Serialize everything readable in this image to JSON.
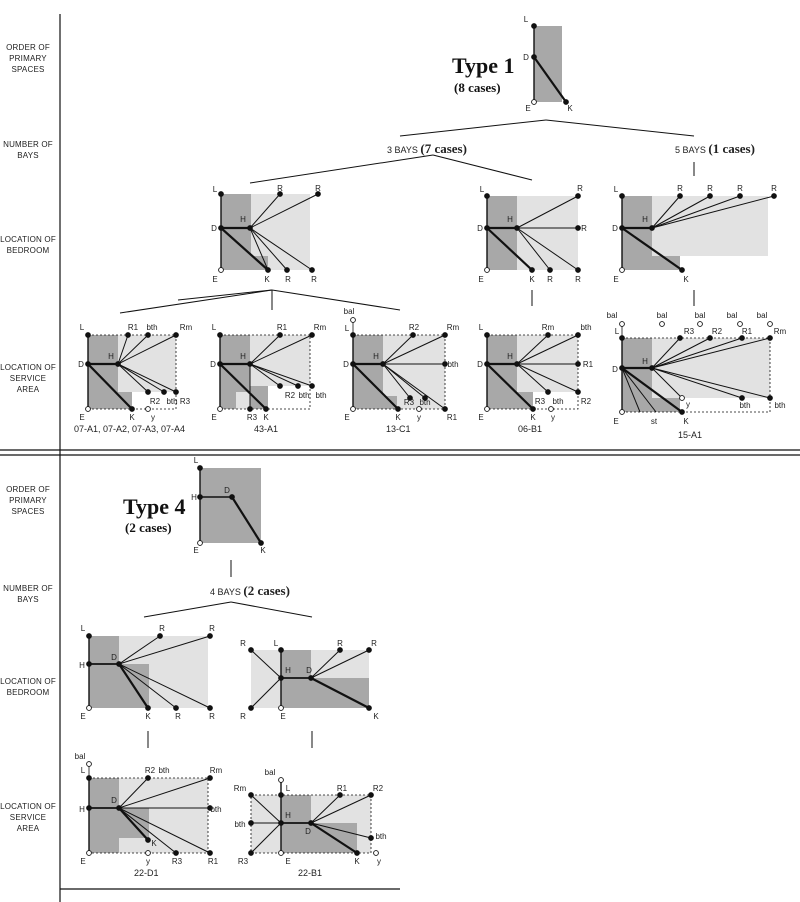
{
  "row_labels": {
    "order": "ORDER OF PRIMARY SPACES",
    "number": "NUMBER OF BAYS",
    "bedroom": "LOCATION OF BEDROOM",
    "service": "LOCATION OF SERVICE AREA"
  },
  "type1": {
    "title": "Type 1",
    "cases": "(8 cases)",
    "bays_a_label": "3 BAYS",
    "bays_a_cases": "(7 cases)",
    "bays_b_label": "5 BAYS",
    "bays_b_cases": "(1 cases)",
    "captions": [
      "07-A1, 07-A2, 07-A3, 07-A4",
      "43-A1",
      "13-C1",
      "06-B1",
      "15-A1"
    ]
  },
  "type4": {
    "title": "Type 4",
    "cases": "(2 cases)",
    "bays_label": "4 BAYS",
    "bays_cases": "(2 cases)",
    "captions": [
      "22-D1",
      "22-B1"
    ]
  },
  "node_labels": {
    "L": "L",
    "D": "D",
    "E": "E",
    "K": "K",
    "H": "H",
    "R": "R",
    "R1": "R1",
    "R2": "R2",
    "R3": "R3",
    "Rm": "Rm",
    "bth": "bth",
    "y": "y",
    "bal": "bal",
    "st": "st"
  },
  "colors": {
    "dark_fill": "#a8a8a8",
    "light_fill": "#e2e2e2",
    "line": "#111111",
    "frame": "#222222"
  }
}
